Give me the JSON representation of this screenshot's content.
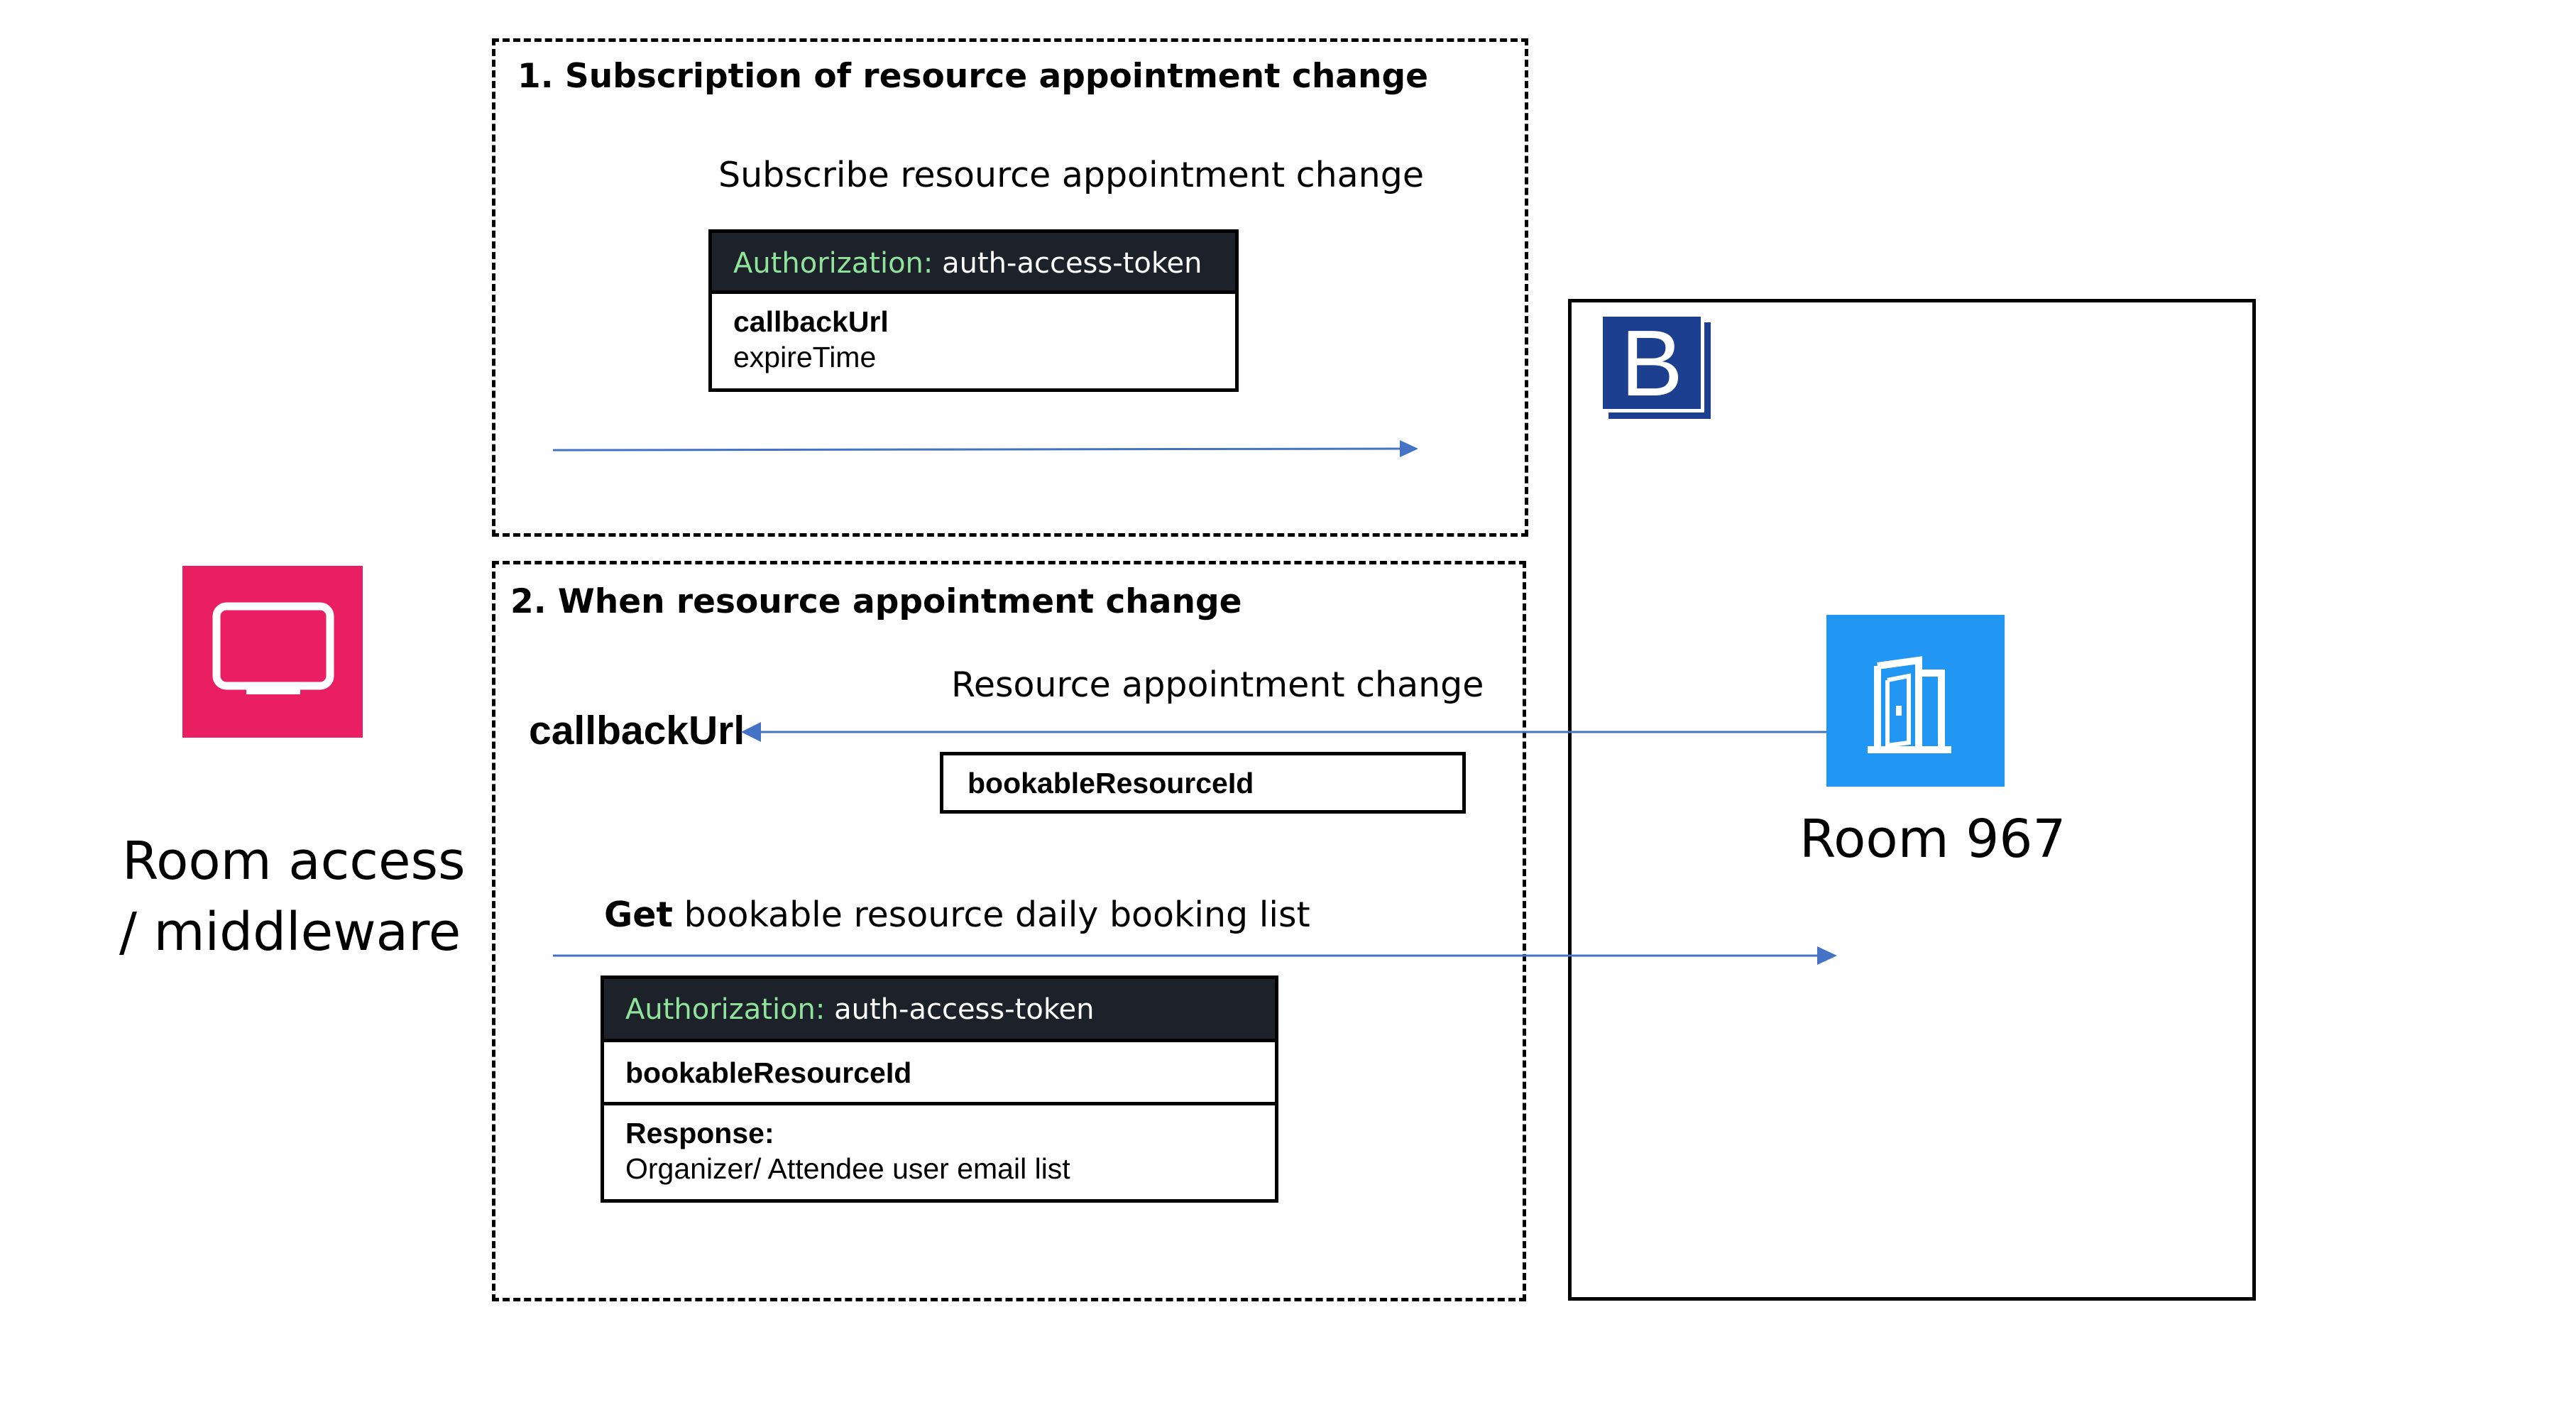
{
  "section1": {
    "title": "1. Subscription of resource appointment change",
    "request_label": "Subscribe resource appointment change",
    "api": {
      "auth_key": "Authorization:",
      "auth_value": "auth-access-token",
      "param_1": "callbackUrl",
      "param_2": "expireTime"
    }
  },
  "section2": {
    "title": "2. When resource appointment change",
    "callback_label": "callbackUrl",
    "event_label": "Resource appointment change",
    "event_param": "bookableResourceId",
    "request_label_bold": "Get",
    "request_label_rest": " bookable resource daily booking list",
    "api": {
      "auth_key": "Authorization:",
      "auth_value": "auth-access-token",
      "param_1": "bookableResourceId",
      "response_label": "Response:",
      "response_value": "Organizer/ Attendee user email list"
    }
  },
  "client": {
    "icon": "monitor-icon",
    "label_line1": "Room access",
    "label_line2": "/ middleware",
    "color": "#e91e63"
  },
  "server": {
    "logo_icon": "b-logo-icon",
    "logo_letter": "B",
    "room_icon": "door-icon",
    "room_label": "Room 967",
    "room_color": "#2196f3",
    "logo_color": "#1c3f8f"
  },
  "colors": {
    "arrow": "#4472c4",
    "header_bg": "#1d2129",
    "header_key": "#8fe39a"
  }
}
